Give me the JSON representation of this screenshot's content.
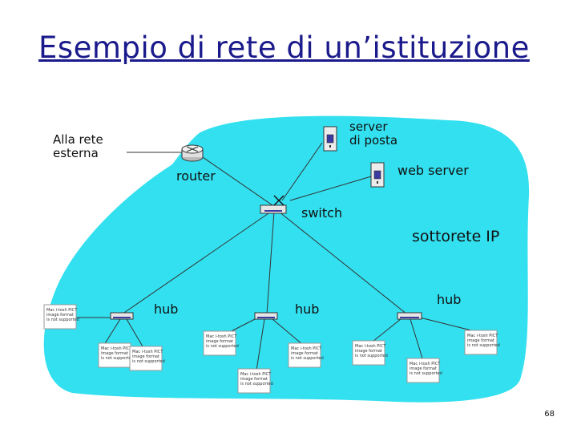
{
  "title": "Esempio di rete di un’istituzione",
  "labels": {
    "external": [
      "Alla rete",
      "esterna"
    ],
    "router": "router",
    "mail_server": [
      "server",
      "di posta"
    ],
    "web_server": "web server",
    "switch": "switch",
    "subnet": "sottorete IP",
    "hub_left": "hub",
    "hub_middle": "hub",
    "hub_right": "hub"
  },
  "host_placeholder": [
    "Mac i-tosh PICT",
    "image format",
    "is not supported"
  ],
  "page_number": "68",
  "colors": {
    "title": "#1a1a8c",
    "network_area": "#33e0f0",
    "lines": "#333333"
  }
}
